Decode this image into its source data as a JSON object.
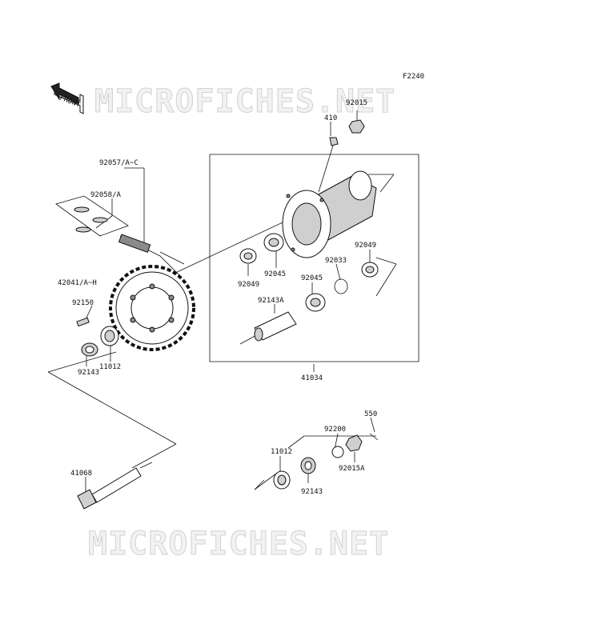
{
  "diagram": {
    "figure_code": "F2240",
    "watermark_text": "MICROFICHES.NET",
    "front_arrow_label": "FRONT",
    "parts": {
      "p92015": "92015",
      "p410": "410",
      "p92057": "92057/A~C",
      "p92058": "92058/A",
      "p92049_right": "92049",
      "p92033": "92033",
      "p42041": "42041/A~H",
      "p92049_left": "92049",
      "p92045_upper": "92045",
      "p92045_lower": "92045",
      "p92150": "92150",
      "p92143A": "92143A",
      "p92143_left": "92143",
      "p11012_left": "11012",
      "p41034": "41034",
      "p550": "550",
      "p92200": "92200",
      "p11012_right": "11012",
      "p92015A": "92015A",
      "p92143_right": "92143",
      "p41068": "41068"
    }
  }
}
